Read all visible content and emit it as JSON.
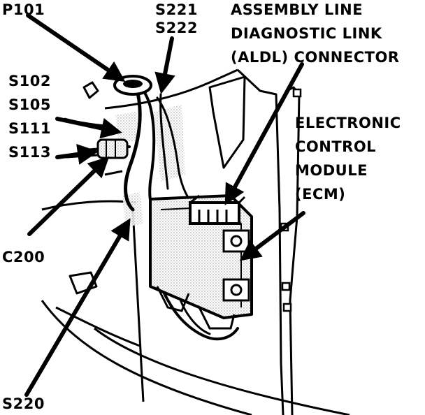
{
  "labels": {
    "p101": "P101",
    "s221": "S221",
    "s222": "S222",
    "aldl_line1": "ASSEMBLY LINE",
    "aldl_line2": "DIAGNOSTIC LINK",
    "aldl_line3": "(ALDL) CONNECTOR",
    "s102": "S102",
    "s105": "S105",
    "s111": "S111",
    "s113": "S113",
    "ecm_line1": "ELECTRONIC",
    "ecm_line2": "CONTROL",
    "ecm_line3": "MODULE",
    "ecm_line4": "(ECM)",
    "c200": "C200",
    "s220": "S220"
  },
  "colors": {
    "ink": "#000000",
    "paper": "#ffffff",
    "shade": "#bfbfbf"
  }
}
